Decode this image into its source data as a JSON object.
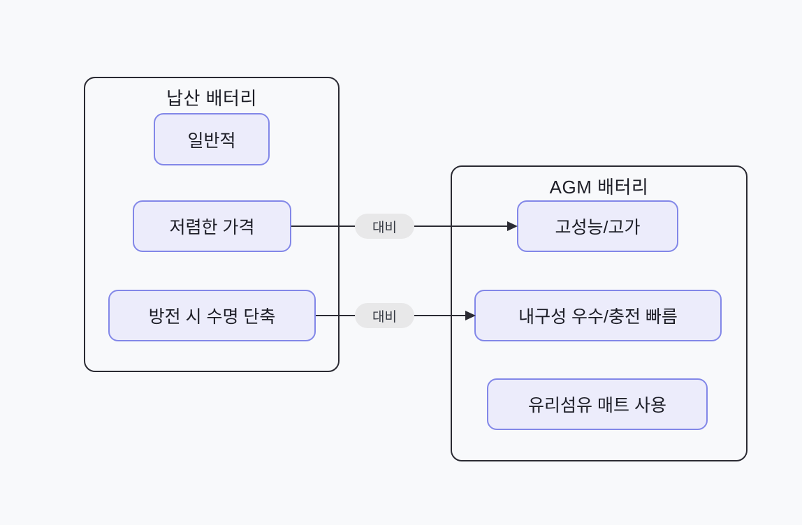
{
  "diagram": {
    "type": "flowchart-comparison",
    "background_color": "#f8f9fb",
    "colors": {
      "node_fill": "#ececfb",
      "node_border": "#8287e8",
      "group_border": "#2a2a32",
      "edge_line": "#2b2b33",
      "edge_label_bg": "#e8e8e9",
      "edge_label_text": "#363a43",
      "text": "#1c1d26"
    },
    "containers": [
      {
        "title": "납산 배터리",
        "nodes": [
          {
            "label": "일반적"
          },
          {
            "label": "저렴한 가격"
          },
          {
            "label": "방전 시 수명 단축"
          }
        ]
      },
      {
        "title": "AGM 배터리",
        "nodes": [
          {
            "label": "고성능/고가"
          },
          {
            "label": "내구성 우수/충전 빠름"
          },
          {
            "label": "유리섬유 매트 사용"
          }
        ]
      }
    ],
    "edges": [
      {
        "label": "대비",
        "from": "저렴한 가격",
        "to": "고성능/고가"
      },
      {
        "label": "대비",
        "from": "방전 시 수명 단축",
        "to": "내구성 우수/충전 빠름"
      }
    ]
  }
}
